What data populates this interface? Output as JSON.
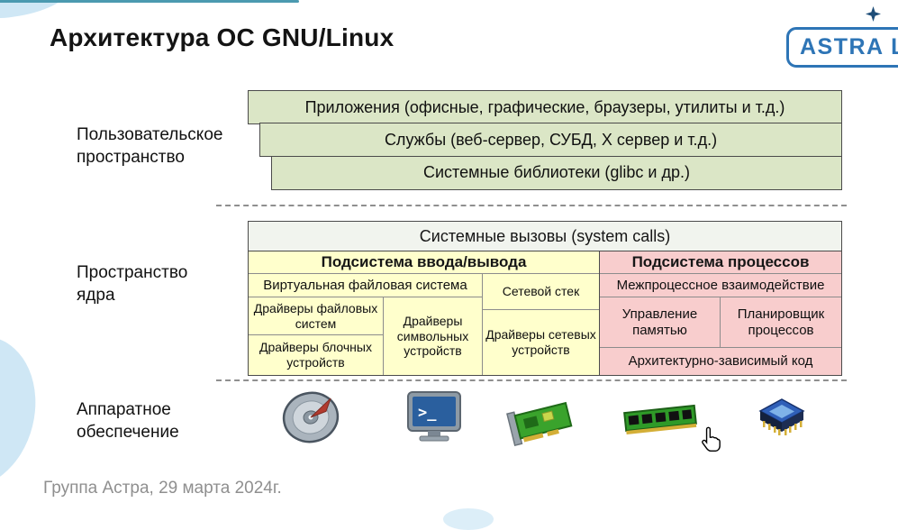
{
  "slide": {
    "title": "Архитектура ОС GNU/Linux",
    "footer": "Группа Астра, 29 марта 2024г."
  },
  "logo": {
    "text": "ASTRA LIN",
    "border_color": "#2e75b6",
    "text_color": "#2e75b6",
    "star_icon": "four-point-star"
  },
  "side_labels": {
    "user_space": "Пользовательское пространство",
    "kernel_space": "Пространство ядра",
    "hardware": "Аппаратное обеспечение"
  },
  "user_space": {
    "fill": "#dbe6c6",
    "rows": [
      "Приложения (офисные, графические, браузеры, утилиты и т.д.)",
      "Службы (веб-сервер, СУБД, X сервер и т.д.)",
      "Системные библиотеки (glibc и др.)"
    ]
  },
  "kernel": {
    "syscalls": "Системные вызовы (system calls)",
    "io_subsystem": {
      "fill": "#ffffcc",
      "title": "Подсистема ввода/вывода",
      "vfs": "Виртуальная файловая система",
      "network_stack": "Сетевой стек",
      "fs_drivers": "Драйверы файловых систем",
      "char_drivers": "Драйверы символьных устройств",
      "block_drivers": "Драйверы блочных устройств",
      "net_drivers": "Драйверы сетевых устройств"
    },
    "process_subsystem": {
      "fill": "#f8cdcd",
      "title": "Подсистема процессов",
      "ipc": "Межпроцессное взаимодействие",
      "memory": "Управление памятью",
      "scheduler": "Планировщик процессов",
      "arch_code": "Архитектурно-зависимый код"
    }
  },
  "hardware_icons": [
    "hdd-icon",
    "terminal-icon",
    "network-card-icon",
    "ram-icon",
    "cpu-icon"
  ],
  "cursor": "hand-pointer"
}
